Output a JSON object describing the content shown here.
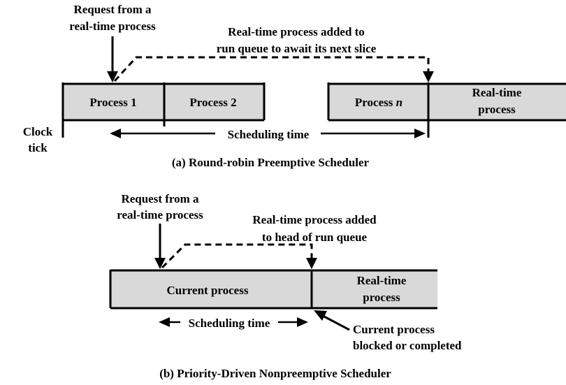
{
  "diagram_a": {
    "request_line1": "Request from a",
    "request_line2": "real-time process",
    "added_line1": "Real-time process added to",
    "added_line2": "run queue to await its next slice",
    "process1": "Process 1",
    "process2": "Process 2",
    "process_n_prefix": "Process ",
    "process_n_var": "n",
    "realtime_line1": "Real-time",
    "realtime_line2": "process",
    "clock_line1": "Clock",
    "clock_line2": "tick",
    "scheduling_time": "Scheduling time",
    "caption": "(a) Round-robin Preemptive Scheduler"
  },
  "diagram_b": {
    "request_line1": "Request from a",
    "request_line2": "real-time process",
    "added_line1": "Real-time process added",
    "added_line2": "to head of run queue",
    "current_process": "Current process",
    "realtime_line1": "Real-time",
    "realtime_line2": "process",
    "scheduling_time": "Scheduling time",
    "blocked_line1": "Current process",
    "blocked_line2": "blocked or completed",
    "caption": "(b) Priority-Driven Nonpreemptive Scheduler"
  }
}
